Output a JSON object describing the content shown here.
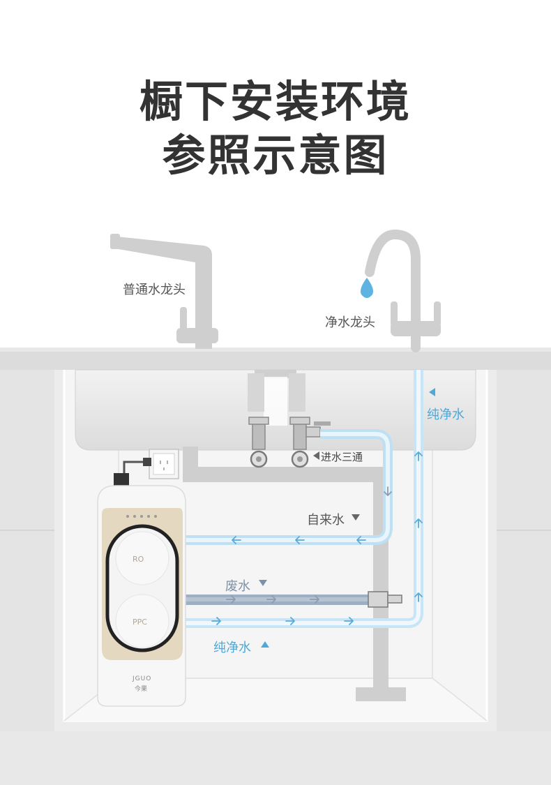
{
  "title": {
    "line1": "橱下安装环境",
    "line2": "参照示意图"
  },
  "labels": {
    "normal_faucet": "普通水龙头",
    "pure_faucet": "净水龙头",
    "inlet_tee": "进水三通",
    "tap_water": "自来水",
    "waste_water": "废水",
    "pure_water_top": "纯净水",
    "pure_water_bottom": "纯净水"
  },
  "purifier": {
    "filter1": "RO",
    "filter2": "PPC",
    "brand_en": "JGUO",
    "brand_cn": "今果"
  },
  "colors": {
    "pure_water": "#4fa8d8",
    "pipe_gray": "#cfcfcf",
    "purifier_gold": "#e4d8c0"
  }
}
